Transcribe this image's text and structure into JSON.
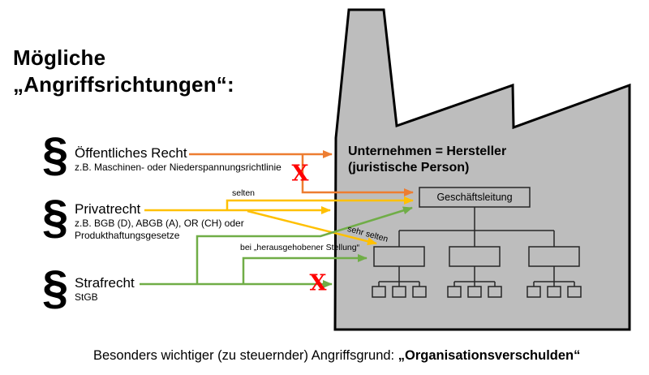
{
  "title": "Mögliche\n„Angriffsrichtungen“:",
  "sections": [
    {
      "symbol": "§",
      "heading": "Öffentliches Recht",
      "sub": "z.B. Maschinen- oder Niederspannungsrichtlinie"
    },
    {
      "symbol": "§",
      "heading": "Privatrecht",
      "sub": "z.B. BGB (D), ABGB (A), OR (CH) oder\nProdukthaftungsgesetze"
    },
    {
      "symbol": "§",
      "heading": "Strafrecht",
      "sub": "StGB"
    }
  ],
  "factory": {
    "label": "Unternehmen = Hersteller\n(juristische Person)",
    "management_box": "Geschäftsleitung"
  },
  "edge_labels": {
    "selten": "selten",
    "sehr_selten": "sehr selten",
    "herausgehoben": "bei „herausgehobener Stellung“"
  },
  "blocked_marks": {
    "x1": "X",
    "x2": "X"
  },
  "caption": {
    "normal": "Besonders wichtiger (zu steuernder) Angriffsgrund: ",
    "bold": "„Organisationsverschulden“"
  },
  "colors": {
    "orange": "#ED7D31",
    "yellow": "#FFC000",
    "green": "#70AD47",
    "red": "#FF0000",
    "factory_gray": "#BDBDBD",
    "outline": "#000000",
    "chart_line": "#262626"
  }
}
